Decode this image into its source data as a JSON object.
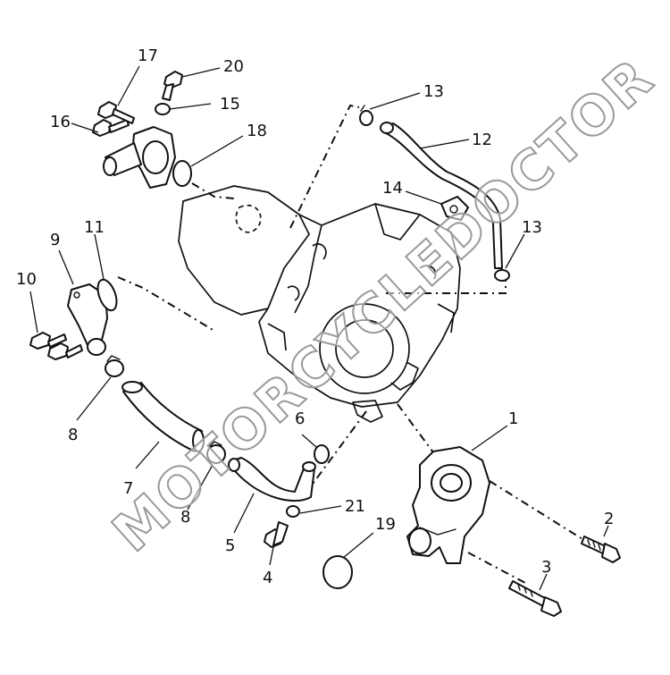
{
  "watermark": "MOTORCYCLEDOCTOR",
  "callouts": {
    "c1": "1",
    "c2": "2",
    "c3": "3",
    "c4": "4",
    "c5": "5",
    "c6": "6",
    "c7": "7",
    "c8a": "8",
    "c8b": "8",
    "c9": "9",
    "c10": "10",
    "c11": "11",
    "c12": "12",
    "c13a": "13",
    "c13b": "13",
    "c14": "14",
    "c15": "15",
    "c16": "16",
    "c17": "17",
    "c18": "18",
    "c19": "19",
    "c20": "20",
    "c21": "21"
  }
}
